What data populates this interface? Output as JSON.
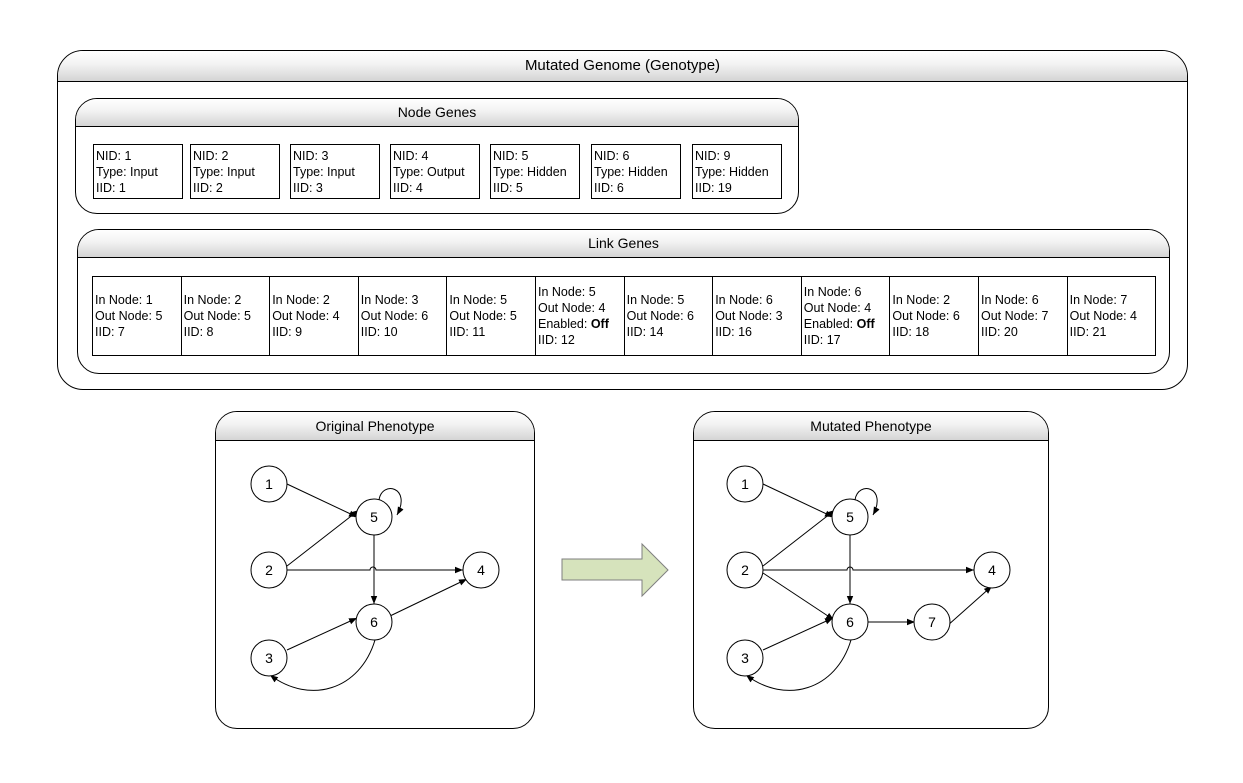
{
  "genome": {
    "title": "Mutated Genome (Genotype)",
    "node_genes": {
      "title": "Node Genes",
      "items": [
        {
          "nid": "NID: 1",
          "type": "Type: Input",
          "iid": "IID: 1"
        },
        {
          "nid": "NID: 2",
          "type": "Type: Input",
          "iid": "IID: 2"
        },
        {
          "nid": "NID: 3",
          "type": "Type: Input",
          "iid": "IID: 3"
        },
        {
          "nid": "NID: 4",
          "type": "Type: Output",
          "iid": "IID: 4"
        },
        {
          "nid": "NID: 5",
          "type": "Type: Hidden",
          "iid": "IID: 5"
        },
        {
          "nid": "NID: 6",
          "type": "Type: Hidden",
          "iid": "IID: 6"
        },
        {
          "nid": "NID: 9",
          "type": "Type: Hidden",
          "iid": "IID: 19"
        }
      ]
    },
    "link_genes": {
      "title": "Link Genes",
      "enabled_label": "Enabled: ",
      "items": [
        {
          "in": "In Node: 1",
          "out": "Out Node: 5",
          "enabled": "",
          "iid": "IID: 7"
        },
        {
          "in": "In Node: 2",
          "out": "Out Node: 5",
          "enabled": "",
          "iid": "IID: 8"
        },
        {
          "in": "In Node: 2",
          "out": "Out Node: 4",
          "enabled": "",
          "iid": "IID: 9"
        },
        {
          "in": "In Node: 3",
          "out": "Out Node: 6",
          "enabled": "",
          "iid": "IID: 10"
        },
        {
          "in": "In Node: 5",
          "out": "Out Node: 5",
          "enabled": "",
          "iid": "IID: 11"
        },
        {
          "in": "In Node: 5",
          "out": "Out Node: 4",
          "enabled": "Off",
          "iid": "IID: 12"
        },
        {
          "in": "In Node: 5",
          "out": "Out Node: 6",
          "enabled": "",
          "iid": "IID: 14"
        },
        {
          "in": "In Node: 6",
          "out": "Out Node: 3",
          "enabled": "",
          "iid": "IID: 16"
        },
        {
          "in": "In Node: 6",
          "out": "Out Node: 4",
          "enabled": "Off",
          "iid": "IID: 17"
        },
        {
          "in": "In Node: 2",
          "out": "Out Node: 6",
          "enabled": "",
          "iid": "IID: 18"
        },
        {
          "in": "In Node: 6",
          "out": "Out Node: 7",
          "enabled": "",
          "iid": "IID: 20"
        },
        {
          "in": "In Node: 7",
          "out": "Out Node: 4",
          "enabled": "",
          "iid": "IID: 21"
        }
      ]
    }
  },
  "original_phenotype": {
    "title": "Original Phenotype",
    "nodes": [
      "1",
      "2",
      "3",
      "4",
      "5",
      "6"
    ]
  },
  "mutated_phenotype": {
    "title": "Mutated Phenotype",
    "nodes": [
      "1",
      "2",
      "3",
      "4",
      "5",
      "6",
      "7"
    ]
  },
  "arrow_color": "#d6e3bc"
}
